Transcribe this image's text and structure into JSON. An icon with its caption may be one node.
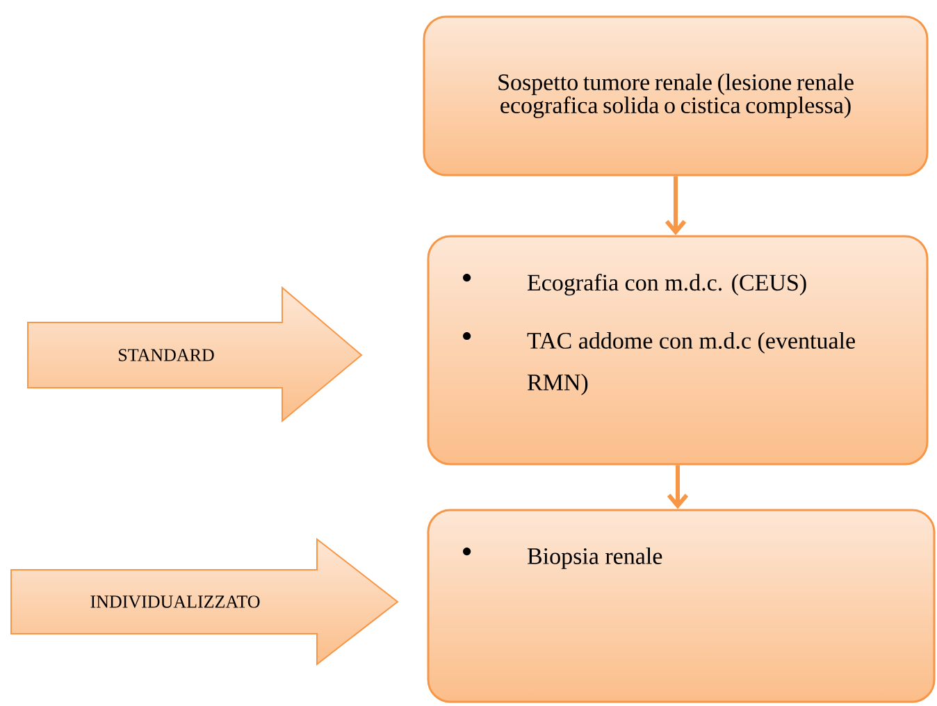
{
  "diagram": {
    "nodes": [
      {
        "text": [
          "Sospetto tumore renale (lesione renale ecografica solida o cistica complessa)"
        ]
      },
      {
        "text": [
          "Ecografia con m.d.c. (CEUS)",
          "TAC addome con m.d.c (eventuale RMN)"
        ]
      },
      {
        "text": [
          "Biopsia renale"
        ]
      },
      {
        "text": [
          "STANDARD"
        ]
      },
      {
        "text": [
          "INDIVIDUALIZZATO"
        ]
      }
    ],
    "edges": [
      {
        "from": 0,
        "to": 1,
        "arrow": "to"
      },
      {
        "from": 1,
        "to": 2,
        "arrow": "to"
      }
    ]
  }
}
